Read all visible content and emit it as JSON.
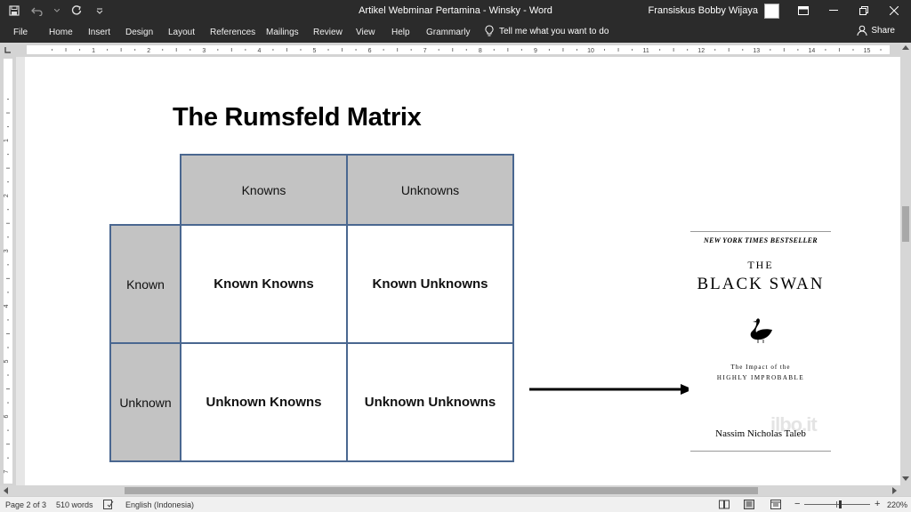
{
  "window": {
    "title": "Artikel Webminar Pertamina - Winsky  -  Word",
    "user": "Fransiskus Bobby Wijaya"
  },
  "ribbon": {
    "tabs": [
      "File",
      "Home",
      "Insert",
      "Design",
      "Layout",
      "References",
      "Mailings",
      "Review",
      "View",
      "Help",
      "Grammarly"
    ],
    "tell_me": "Tell me what you want to do",
    "share": "Share"
  },
  "ruler": {
    "h_marks": [
      "1",
      "2",
      "3",
      "4",
      "5",
      "6",
      "7",
      "8",
      "9",
      "10",
      "11",
      "12",
      "13",
      "14",
      "15"
    ],
    "v_marks": [
      "1",
      "2",
      "3",
      "4",
      "5",
      "6",
      "7"
    ]
  },
  "document": {
    "heading": "The Rumsfeld Matrix",
    "matrix": {
      "col_headers": [
        "Knowns",
        "Unknowns"
      ],
      "row_headers": [
        "Known",
        "Unknown"
      ],
      "cells": [
        [
          "Known Knowns",
          "Known Unknowns"
        ],
        [
          "Unknown Knowns",
          "Unknown Unknowns"
        ]
      ]
    },
    "book": {
      "bestseller": "NEW YORK TIMES BESTSELLER",
      "the": "THE",
      "title": "BLACK SWAN",
      "subtitle_1": "The Impact of the",
      "subtitle_2": "HIGHLY IMPROBABLE",
      "author": "Nassim Nicholas Taleb",
      "watermark": "ilbo.it"
    }
  },
  "status": {
    "page": "Page 2 of 3",
    "words": "510 words",
    "language": "English (Indonesia)",
    "zoom": "220%",
    "zoom_fraction": 0.55
  },
  "colors": {
    "chrome": "#2b2b2b",
    "table_border": "#4a6790",
    "header_fill": "#c3c3c3"
  }
}
